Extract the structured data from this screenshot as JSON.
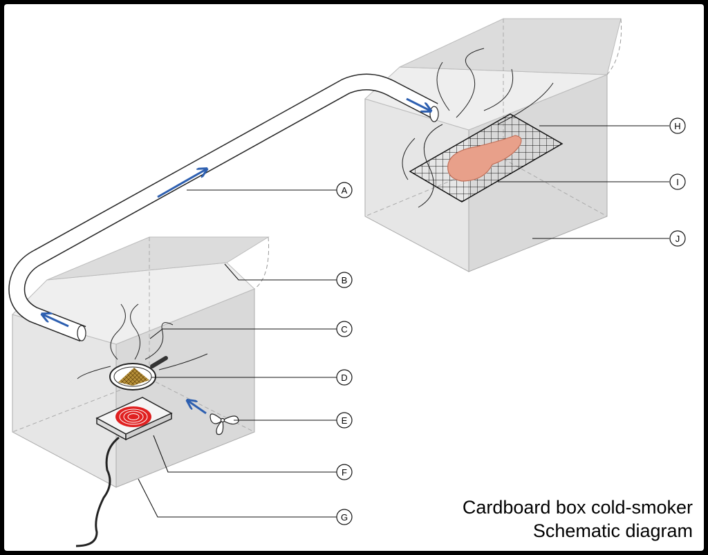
{
  "title": {
    "line1": "Cardboard box cold-smoker",
    "line2": "Schematic diagram"
  },
  "callouts": {
    "A": "A",
    "B": "B",
    "C": "C",
    "D": "D",
    "E": "E",
    "F": "F",
    "G": "G",
    "H": "H",
    "I": "I",
    "J": "J"
  },
  "colors": {
    "box_fill": "#e2e2e2",
    "box_top": "#d4d4d4",
    "arrow": "#2d5fb0",
    "element_red": "#e02020",
    "meat": "#e8a08a",
    "sawdust": "#b8923a"
  },
  "icons": [
    "airflow-arrow",
    "fan-icon",
    "hotplate-icon",
    "pan-icon",
    "grill-rack-icon"
  ]
}
